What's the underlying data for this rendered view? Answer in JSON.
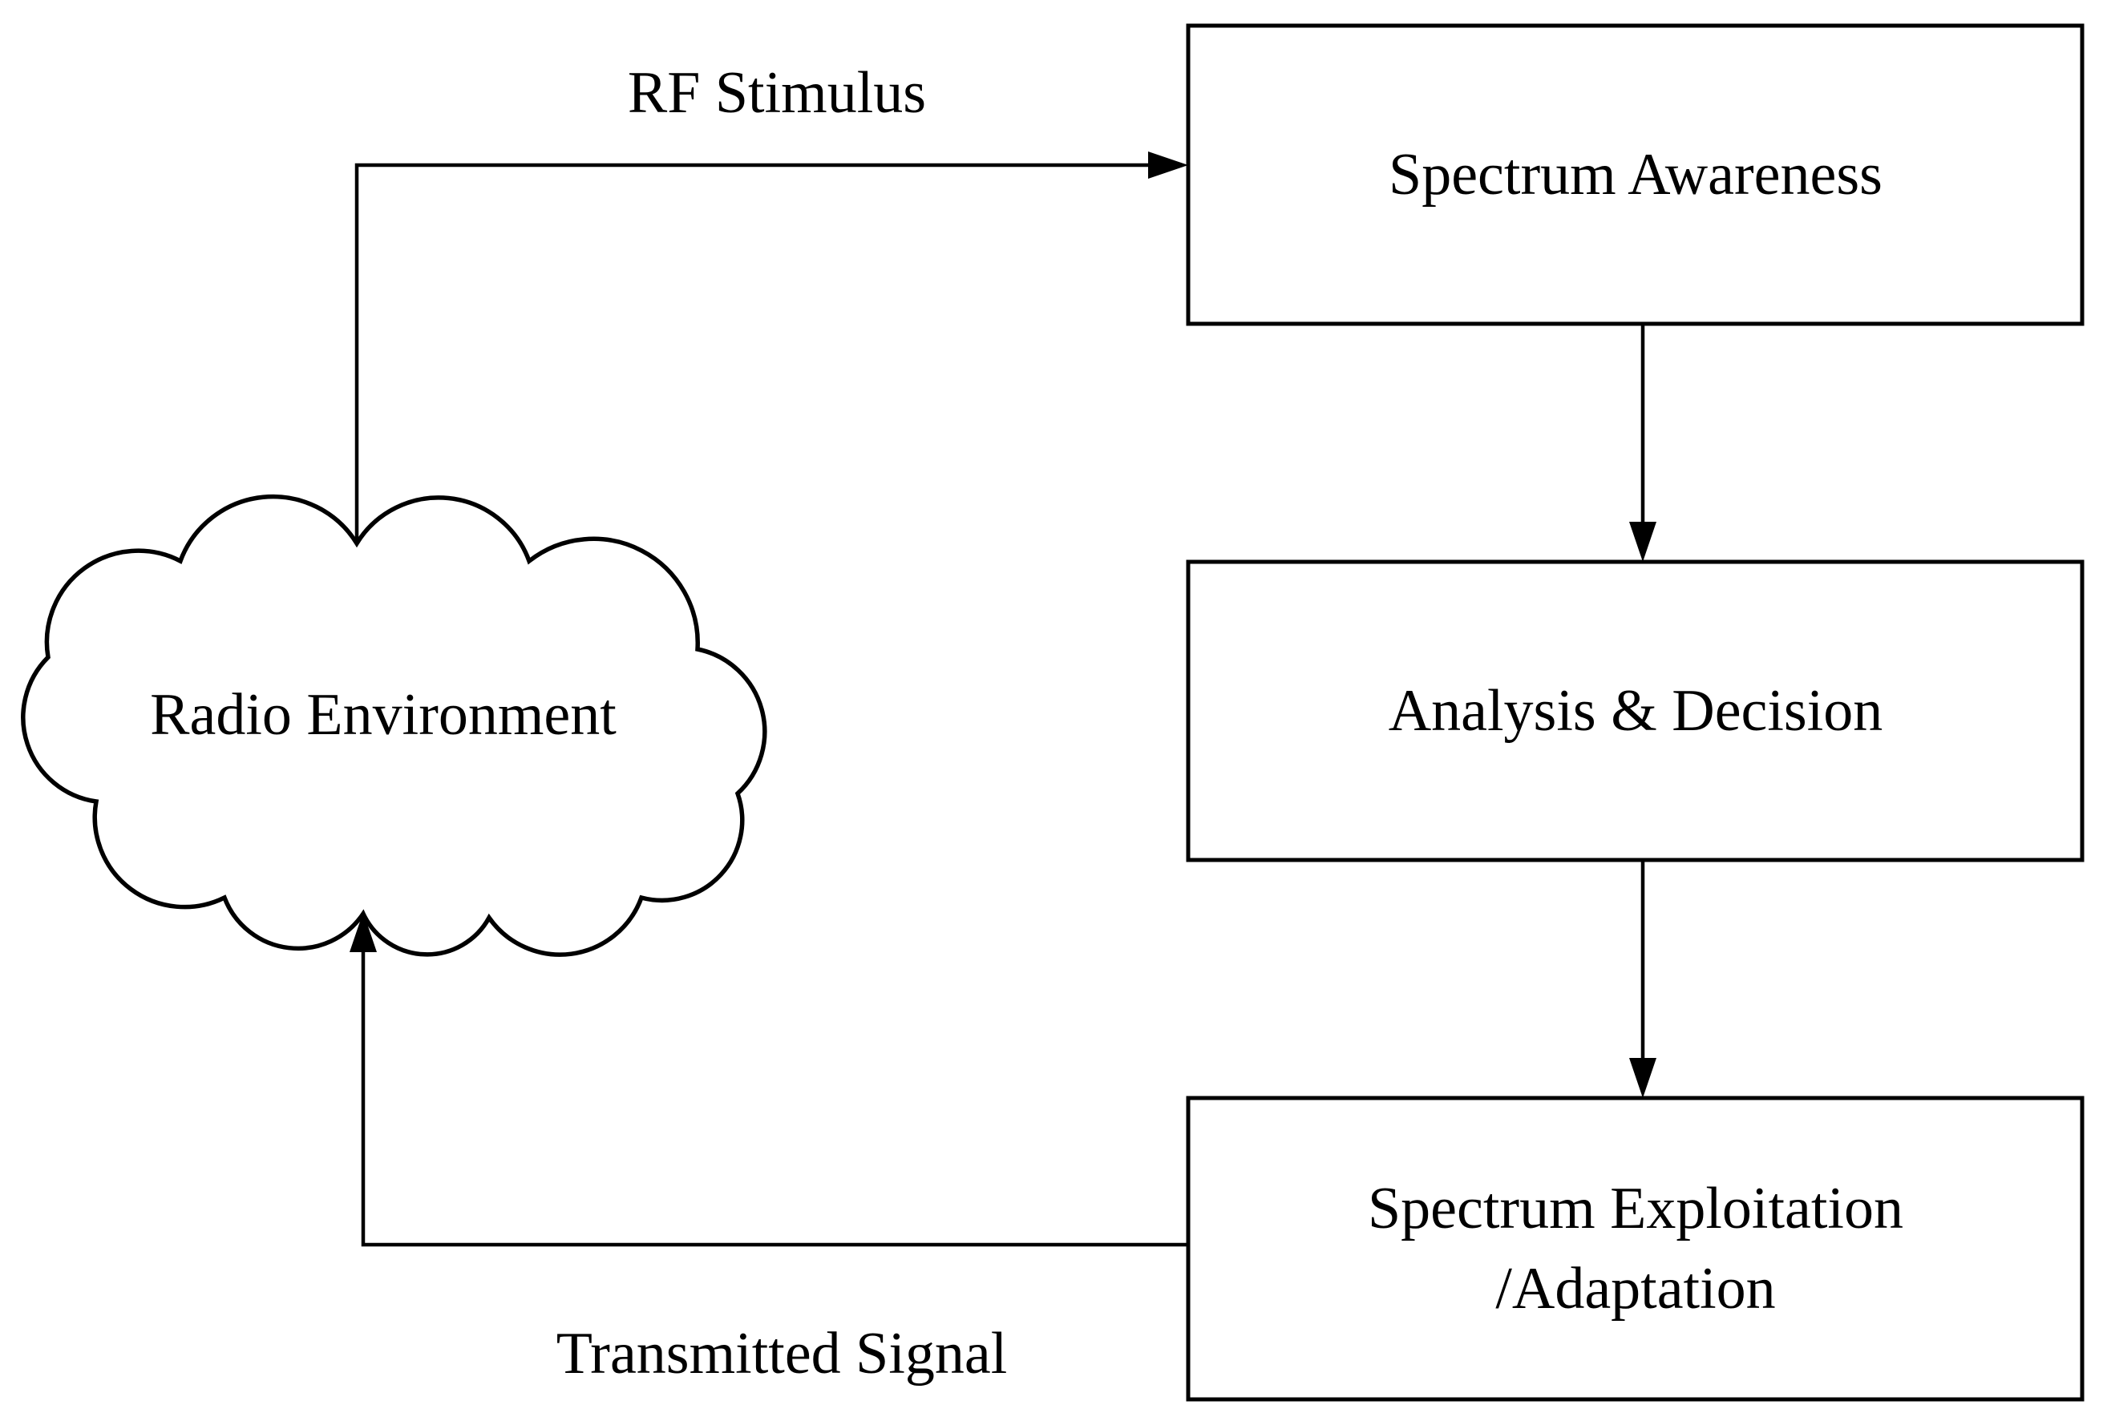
{
  "diagram": {
    "description": "Cognitive radio cycle block diagram",
    "colors": {
      "background": "#ffffff",
      "stroke": "#000000",
      "text": "#000000"
    },
    "nodes": [
      {
        "id": "radio-environment",
        "shape": "cloud",
        "label": "Radio Environment"
      },
      {
        "id": "spectrum-awareness",
        "shape": "rect",
        "label": "Spectrum Awareness"
      },
      {
        "id": "analysis-decision",
        "shape": "rect",
        "label": "Analysis & Decision"
      },
      {
        "id": "spectrum-exploitation",
        "shape": "rect",
        "label_lines": [
          "Spectrum Exploitation",
          "/Adaptation"
        ]
      }
    ],
    "edges": [
      {
        "id": "rf-stimulus",
        "from": "radio-environment",
        "to": "spectrum-awareness",
        "label": "RF Stimulus"
      },
      {
        "id": "awareness-to-analysis",
        "from": "spectrum-awareness",
        "to": "analysis-decision",
        "label": ""
      },
      {
        "id": "analysis-to-exploitation",
        "from": "analysis-decision",
        "to": "spectrum-exploitation",
        "label": ""
      },
      {
        "id": "transmitted-signal",
        "from": "spectrum-exploitation",
        "to": "radio-environment",
        "label": "Transmitted Signal"
      }
    ]
  }
}
